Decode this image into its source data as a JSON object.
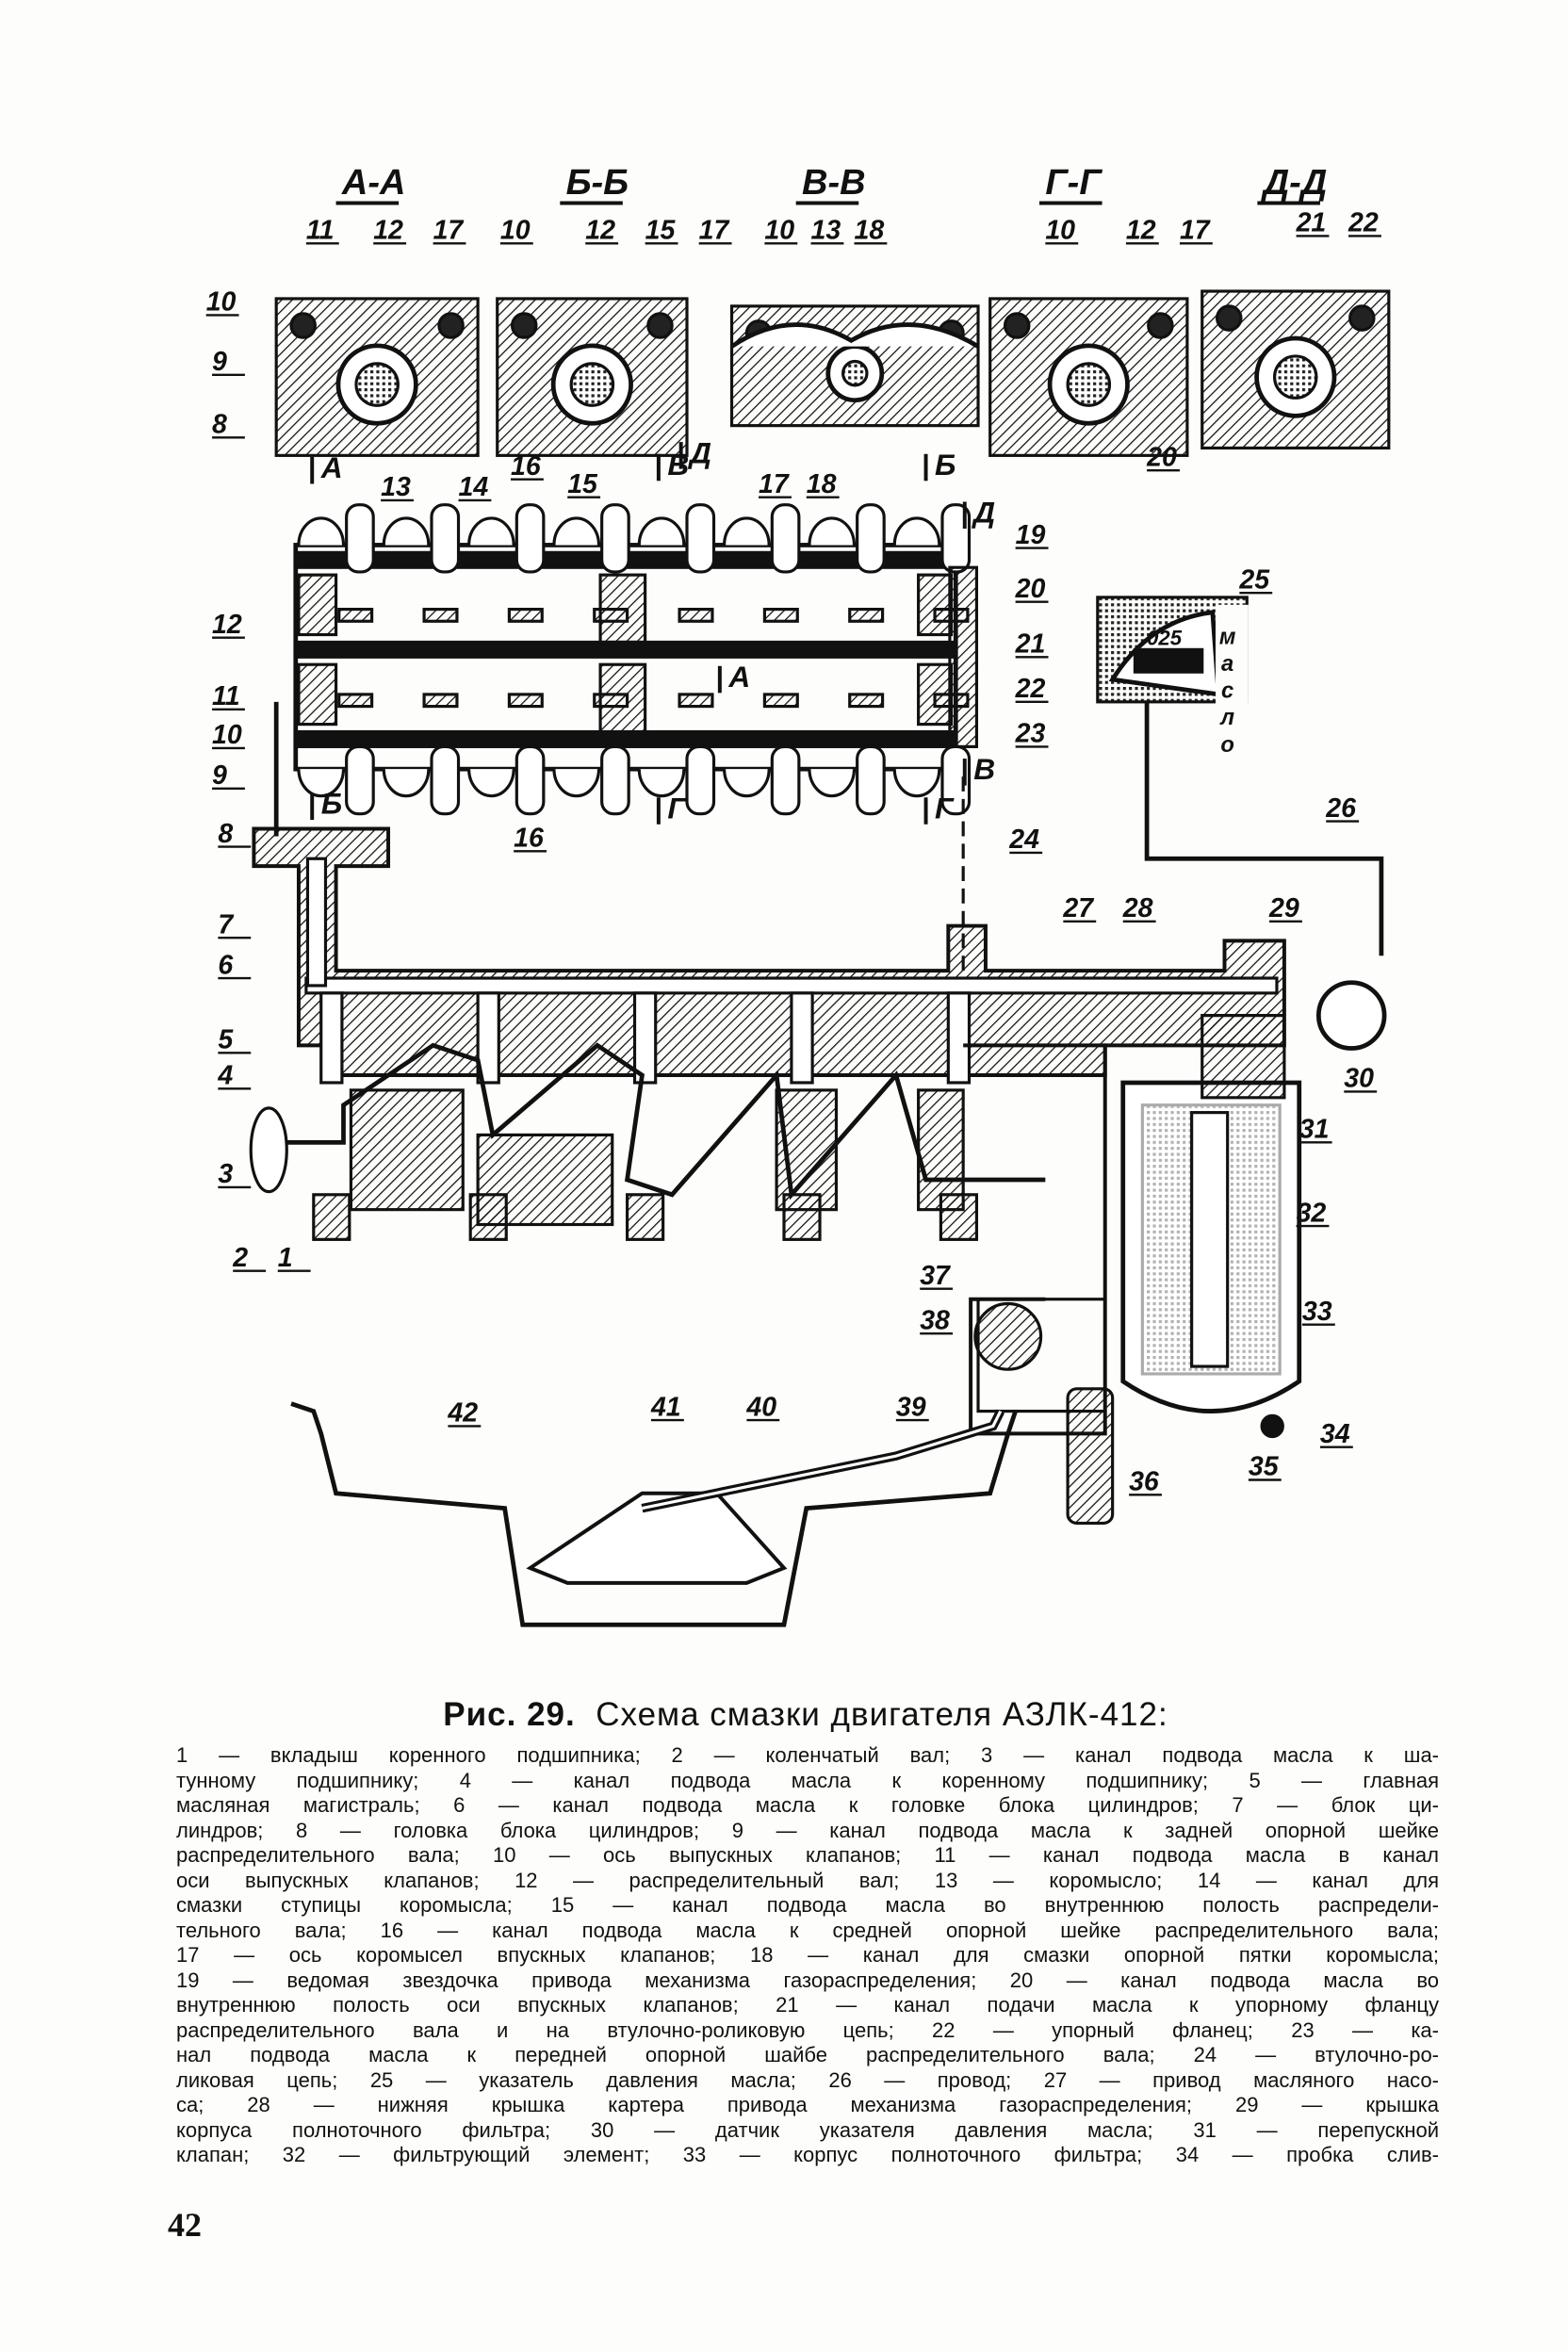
{
  "figure": {
    "sections": [
      "А-А",
      "Б-Б",
      "В-В",
      "Г-Г",
      "Д-Д"
    ],
    "section_marks": [
      "А",
      "Б",
      "В",
      "Г",
      "Д",
      "А",
      "Б",
      "Г",
      "Д",
      "В"
    ],
    "labels": [
      "11",
      "12",
      "17",
      "10",
      "9",
      "8",
      "10",
      "12",
      "15",
      "17",
      "16",
      "10",
      "13",
      "18",
      "10",
      "12",
      "17",
      "20",
      "21",
      "22",
      "13",
      "14",
      "15",
      "17",
      "18",
      "19",
      "20",
      "21",
      "22",
      "23",
      "12",
      "11",
      "10",
      "9",
      "8",
      "16",
      "24",
      "25",
      "26",
      "27",
      "28",
      "29",
      "7",
      "6",
      "5",
      "4",
      "3",
      "2",
      "1",
      "30",
      "31",
      "32",
      "33",
      "34",
      "35",
      "36",
      "37",
      "38",
      "42",
      "41",
      "40",
      "39"
    ],
    "gauge": {
      "scale": "025",
      "word": "масло"
    }
  },
  "caption": {
    "title_prefix": "Рис. 29.",
    "title": "Схема смазки двигателя АЗЛК-412:",
    "lines": [
      "1 — вкладыш коренного подшипника; 2 — коленчатый вал; 3 — канал подвода масла к ша-",
      "тунному подшипнику; 4 — канал подвода масла к коренному подшипнику; 5 — главная",
      "масляная магистраль; 6 — канал подвода масла к головке блока цилиндров; 7 — блок ци-",
      "линдров; 8 — головка блока цилиндров; 9 — канал подвода масла к задней опорной шейке",
      "распределительного вала; 10 — ось выпускных клапанов; 11 — канал подвода масла в канал",
      "оси выпускных клапанов; 12 — распределительный вал; 13 — коромысло; 14 — канал для",
      "смазки ступицы коромысла; 15 — канал подвода масла во внутреннюю полость распредели-",
      "тельного вала; 16 — канал подвода масла к средней опорной шейке распределительного вала;",
      "17 — ось коромысел впускных клапанов; 18 — канал для смазки опорной пятки коромысла;",
      "19 — ведомая звездочка привода механизма газораспределения; 20 — канал подвода масла во",
      "внутреннюю полость оси впускных клапанов; 21 — канал подачи масла к упорному фланцу",
      "распределительного вала и на втулочно-роликовую цепь; 22 — упорный фланец; 23 — ка-",
      "нал подвода масла к передней опорной шайбе распределительного вала; 24 — втулочно-ро-",
      "ликовая цепь; 25 — указатель давления масла; 26 — провод; 27 — привод масляного насо-",
      "са; 28 — нижняя крышка картера привода механизма газораспределения; 29 — крышка",
      "корпуса полноточного фильтра; 30 — датчик указателя давления масла; 31 — перепускной",
      "клапан; 32 — фильтрующий элемент; 33 — корпус полноточного фильтра; 34 — пробка слив-"
    ]
  },
  "page_number": "42"
}
